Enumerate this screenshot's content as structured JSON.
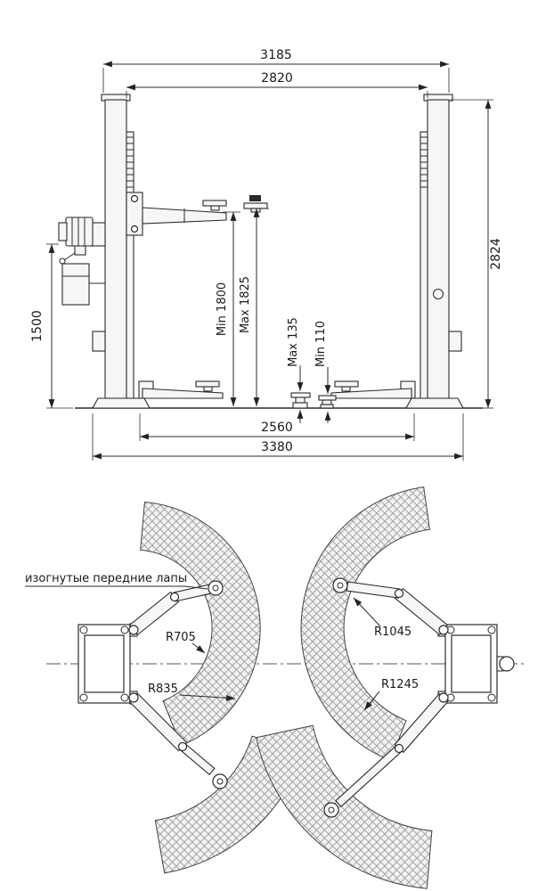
{
  "diagram": {
    "front": {
      "dim_width_overall_top": "3185",
      "dim_width_inner": "2820",
      "dim_height_column": "2824",
      "dim_height_power_unit": "1500",
      "dim_lift_min": "Min 1800",
      "dim_lift_max": "Max 1825",
      "dim_pad_max": "Max 135",
      "dim_pad_min": "Min 110",
      "dim_span_inner_base": "2560",
      "dim_width_overall_base": "3380"
    },
    "plan": {
      "callout_front_arms": "изогнутые передние лапы",
      "radius_front_min": "R705",
      "radius_front_max": "R835",
      "radius_rear_min": "R1045",
      "radius_rear_max": "R1245"
    },
    "colors": {
      "line": "#2b2b2b",
      "hatch": "#9a9a9a",
      "fill": "#f6f6f6"
    }
  }
}
